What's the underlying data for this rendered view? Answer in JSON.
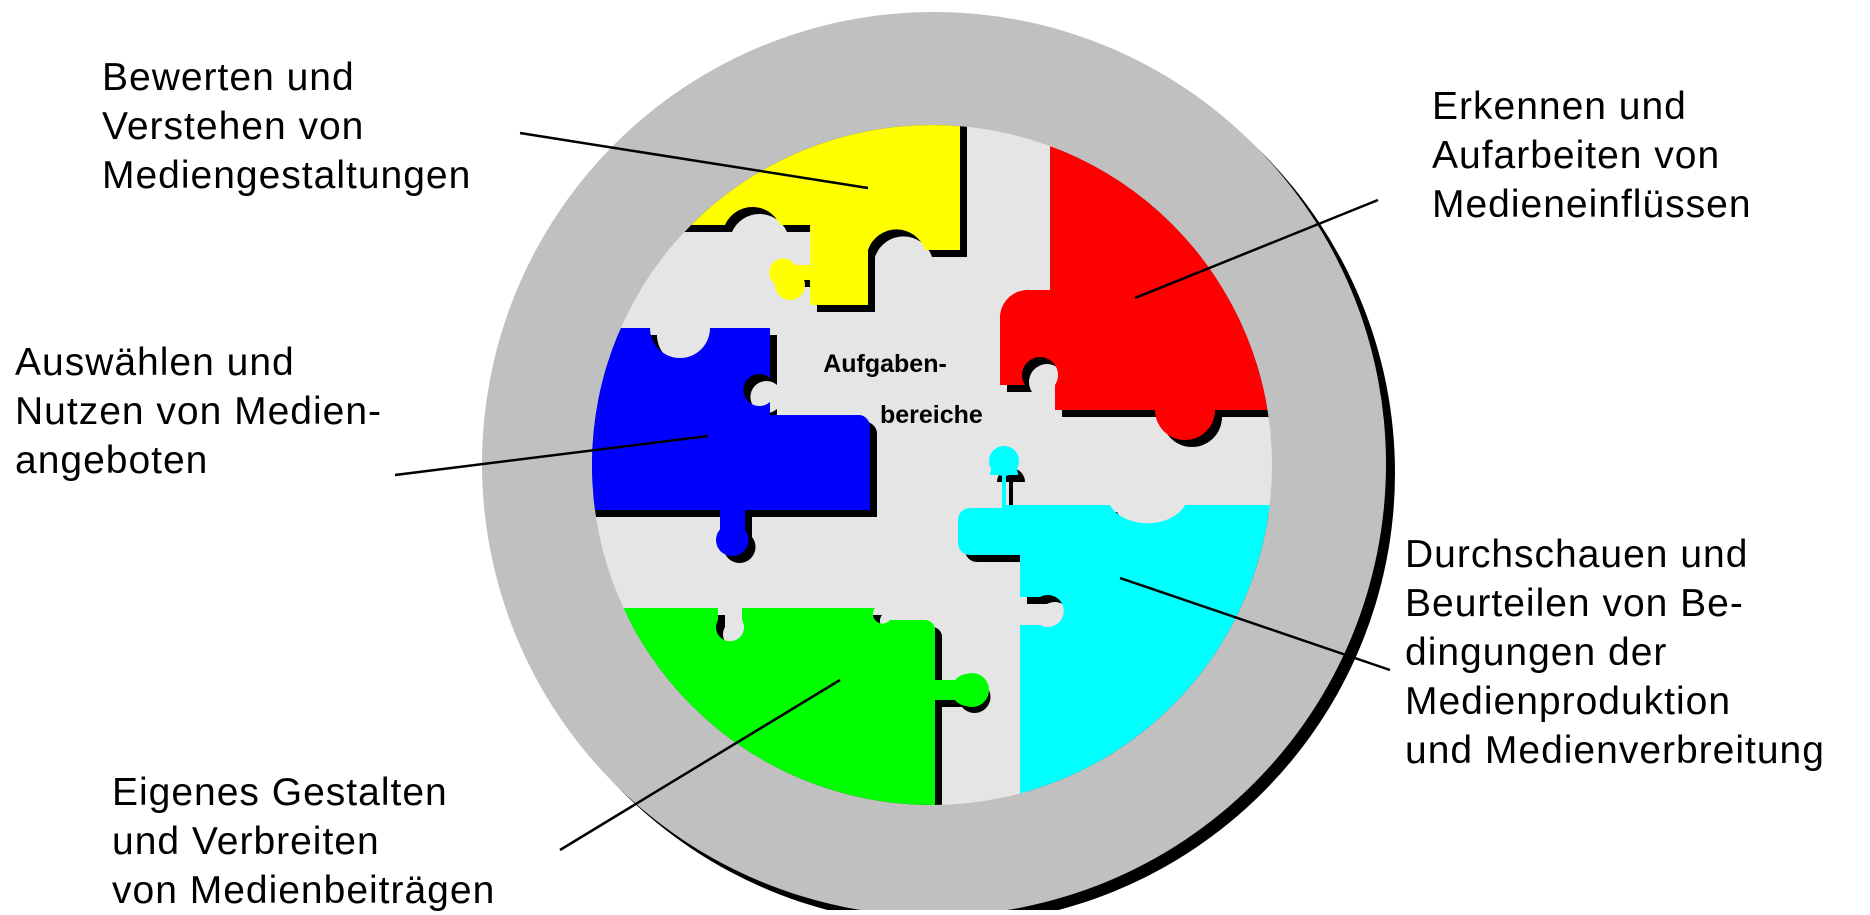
{
  "center_label": [
    "Aufgaben-",
    "bereiche"
  ],
  "areas": [
    {
      "id": "yellow",
      "color": "#ffff00",
      "lines": [
        "Bewerten und",
        "Verstehen von",
        "Mediengestaltungen"
      ]
    },
    {
      "id": "red",
      "color": "#ff0000",
      "lines": [
        "Erkennen und",
        "Aufarbeiten von",
        "Medieneinflüssen"
      ]
    },
    {
      "id": "blue",
      "color": "#0000ff",
      "lines": [
        "Auswählen und",
        "Nutzen von Medien-",
        "angeboten"
      ]
    },
    {
      "id": "cyan",
      "color": "#00ffff",
      "lines": [
        "Durchschauen und",
        "Beurteilen von Be-",
        "dingungen der",
        "Medienproduktion",
        "und Medienverbreitung"
      ]
    },
    {
      "id": "green",
      "color": "#00ff00",
      "lines": [
        "Eigenes Gestalten",
        "und  Verbreiten",
        "von Medienbeiträgen"
      ]
    }
  ],
  "colors": {
    "ring": "#c0c0c0",
    "inner": "#e5e5e5",
    "shadow": "#000000"
  }
}
